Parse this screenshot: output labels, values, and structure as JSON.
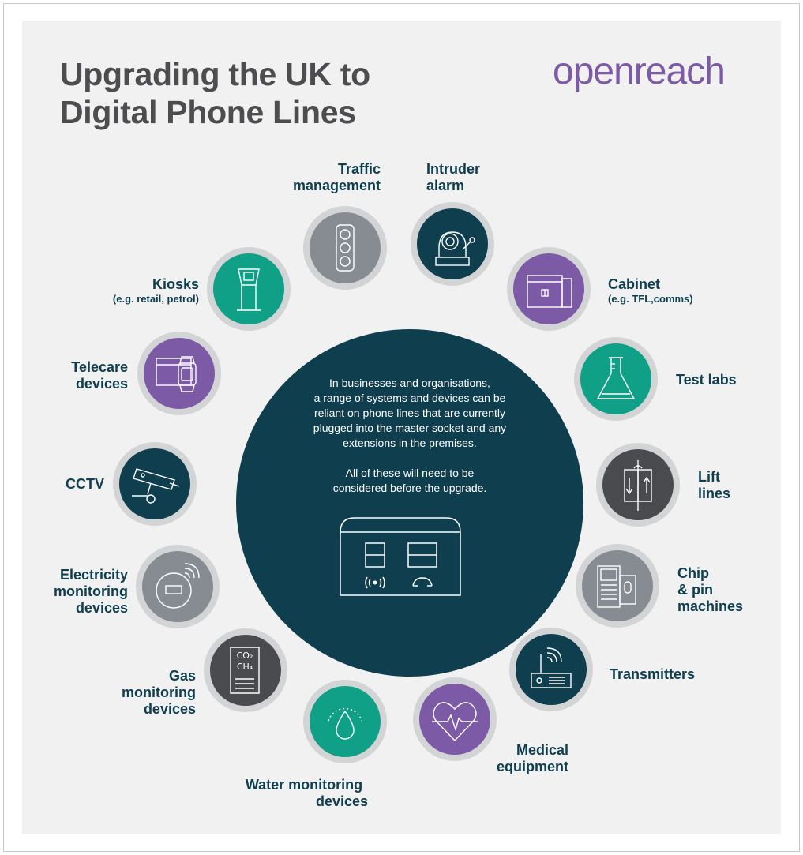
{
  "title": [
    "Upgrading the UK to",
    "Digital Phone Lines"
  ],
  "logo": "openreach",
  "center": {
    "paragraphs": [
      [
        "In businesses and organisations,",
        "a range of systems and devices can be",
        "reliant on phone lines that are currently",
        "plugged into the master socket and any",
        "extensions in the premises."
      ],
      [
        "All of these will need to be",
        "considered before the upgrade."
      ]
    ],
    "device_icon": "master-socket-icon"
  },
  "colors": {
    "teal": "#109f87",
    "purple": "#7c5aa6",
    "grey": "#878c93",
    "navy": "#0f3e4e",
    "charcoal": "#4a4b4e",
    "text": "#0f3e4e",
    "title": "#4d4d4f"
  },
  "items": [
    {
      "id": "traffic",
      "lines": [
        "Traffic",
        "management"
      ],
      "icon": "traffic-light-icon",
      "color": "grey"
    },
    {
      "id": "intruder",
      "lines": [
        "Intruder",
        "alarm"
      ],
      "icon": "alarm-bell-icon",
      "color": "navy"
    },
    {
      "id": "cabinet",
      "lines": [
        "Cabinet"
      ],
      "sub": "(e.g. TFL,comms)",
      "icon": "cabinet-icon",
      "color": "purple"
    },
    {
      "id": "testlabs",
      "lines": [
        "Test labs"
      ],
      "icon": "flask-icon",
      "color": "teal"
    },
    {
      "id": "lift",
      "lines": [
        "Lift",
        "lines"
      ],
      "icon": "lift-icon",
      "color": "charcoal"
    },
    {
      "id": "chippin",
      "lines": [
        "Chip",
        "& pin",
        "machines"
      ],
      "icon": "card-terminal-icon",
      "color": "grey"
    },
    {
      "id": "transmitters",
      "lines": [
        "Transmitters"
      ],
      "icon": "transmitter-icon",
      "color": "navy"
    },
    {
      "id": "medical",
      "lines": [
        "Medical",
        "equipment"
      ],
      "icon": "heart-icon",
      "color": "purple"
    },
    {
      "id": "water",
      "lines": [
        "Water monitoring",
        "devices"
      ],
      "icon": "water-drop-icon",
      "color": "teal"
    },
    {
      "id": "gas",
      "lines": [
        "Gas",
        "monitoring",
        "devices"
      ],
      "icon": "gas-meter-icon",
      "color": "charcoal",
      "icon_text": [
        "CO₂",
        "CH₄"
      ]
    },
    {
      "id": "electricity",
      "lines": [
        "Electricity",
        "monitoring",
        "devices"
      ],
      "icon": "electricity-meter-icon",
      "color": "grey"
    },
    {
      "id": "cctv",
      "lines": [
        "CCTV"
      ],
      "icon": "cctv-camera-icon",
      "color": "navy"
    },
    {
      "id": "telecare",
      "lines": [
        "Telecare",
        "devices"
      ],
      "icon": "telecare-watch-icon",
      "color": "purple"
    },
    {
      "id": "kiosks",
      "lines": [
        "Kiosks"
      ],
      "sub": "(e.g. retail, petrol)",
      "icon": "kiosk-icon",
      "color": "teal"
    }
  ]
}
